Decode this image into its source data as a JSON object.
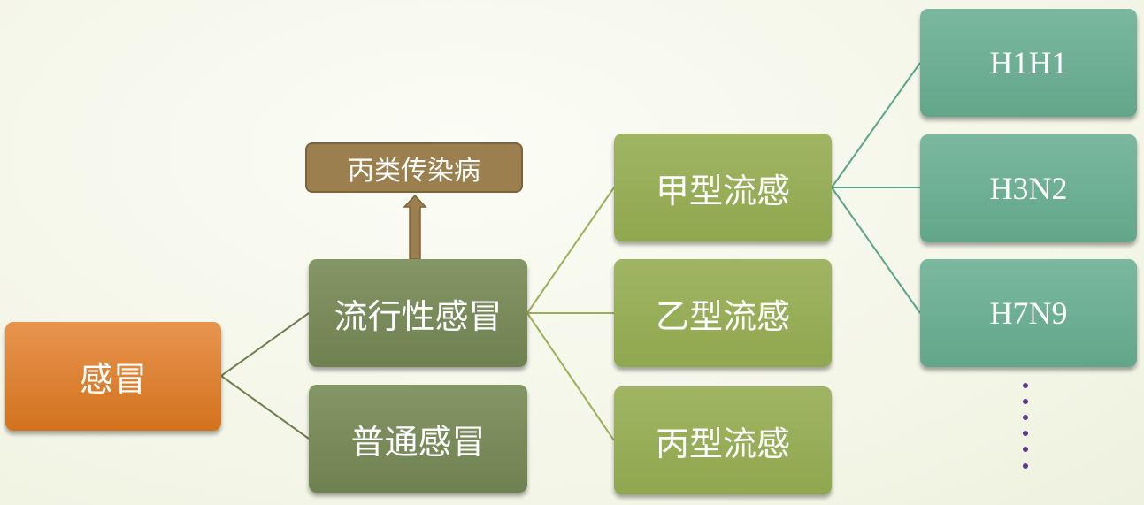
{
  "root": {
    "label": "感冒"
  },
  "level1": [
    {
      "label": "流行性感冒"
    },
    {
      "label": "普通感冒"
    }
  ],
  "annotation": {
    "label": "丙类传染病"
  },
  "level2": [
    {
      "label": "甲型流感"
    },
    {
      "label": "乙型流感"
    },
    {
      "label": "丙型流感"
    }
  ],
  "level3": [
    {
      "label": "H1H1"
    },
    {
      "label": "H3N2"
    },
    {
      "label": "H7N9"
    }
  ],
  "colors": {
    "root": "#dc8236",
    "level1": "#7a8c5b",
    "level2": "#98af58",
    "level3": "#6eb095",
    "annotation": "#9b7f4f",
    "ellipsis": "#5b3a8c"
  }
}
